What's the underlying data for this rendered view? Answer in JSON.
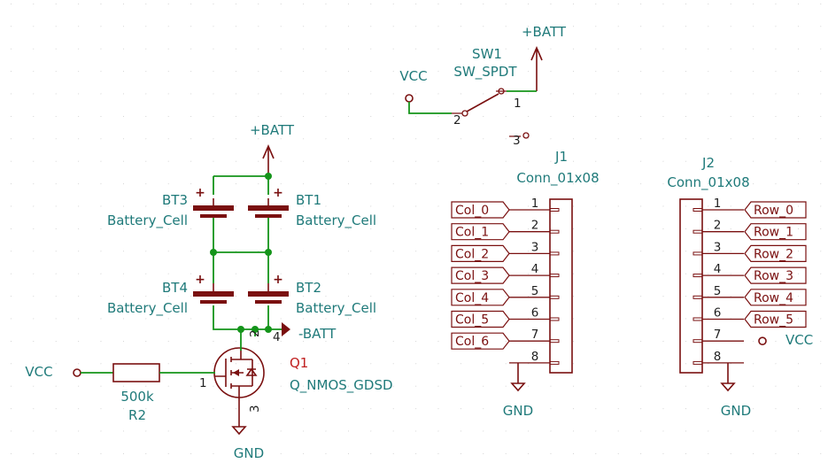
{
  "power": {
    "batt_pos_top": "+BATT",
    "batt_pos_sw": "+BATT",
    "batt_neg": "-BATT",
    "vcc_left": "VCC",
    "vcc_sw": "VCC",
    "vcc_j2": "VCC",
    "gnd_q1": "GND",
    "gnd_j1": "GND",
    "gnd_j2": "GND"
  },
  "switch": {
    "ref": "SW1",
    "value": "SW_SPDT",
    "pins": [
      "1",
      "2",
      "3"
    ]
  },
  "batteries": [
    {
      "ref": "BT3",
      "value": "Battery_Cell"
    },
    {
      "ref": "BT1",
      "value": "Battery_Cell"
    },
    {
      "ref": "BT4",
      "value": "Battery_Cell"
    },
    {
      "ref": "BT2",
      "value": "Battery_Cell"
    }
  ],
  "transistor": {
    "ref": "Q1",
    "value": "Q_NMOS_GDSD",
    "pins": [
      "1",
      "2",
      "3",
      "4"
    ]
  },
  "resistor": {
    "ref": "R2",
    "value": "500k"
  },
  "j1": {
    "ref": "J1",
    "value": "Conn_01x08",
    "pins": [
      "1",
      "2",
      "3",
      "4",
      "5",
      "6",
      "7",
      "8"
    ],
    "labels": [
      "Col_0",
      "Col_1",
      "Col_2",
      "Col_3",
      "Col_4",
      "Col_5",
      "Col_6"
    ]
  },
  "j2": {
    "ref": "J2",
    "value": "Conn_01x08",
    "pins": [
      "1",
      "2",
      "3",
      "4",
      "5",
      "6",
      "7",
      "8"
    ],
    "labels": [
      "Row_0",
      "Row_1",
      "Row_2",
      "Row_3",
      "Row_4",
      "Row_5"
    ]
  },
  "colors": {
    "wire": "#14941a",
    "symbol": "#7a1010",
    "label_text": "#1f7a7a",
    "reference_red": "#c02020"
  }
}
